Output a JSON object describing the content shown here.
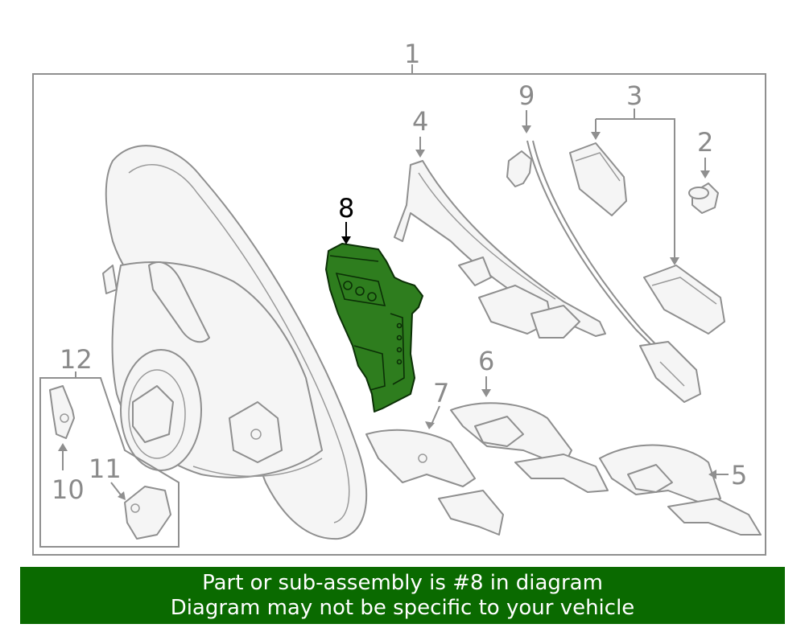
{
  "diagram": {
    "highlight_color": "#2e7d1e",
    "line_color": "#8f8f8f",
    "callouts": {
      "c1": "1",
      "c2": "2",
      "c3": "3",
      "c4": "4",
      "c5": "5",
      "c6": "6",
      "c7": "7",
      "c8": "8",
      "c9": "9",
      "c10": "10",
      "c11": "11",
      "c12": "12"
    },
    "highlighted_part": "8"
  },
  "banner": {
    "background": "#0a6a00",
    "line1": "Part or sub-assembly is #8 in diagram",
    "line2": "Diagram may not be specific to your vehicle"
  }
}
